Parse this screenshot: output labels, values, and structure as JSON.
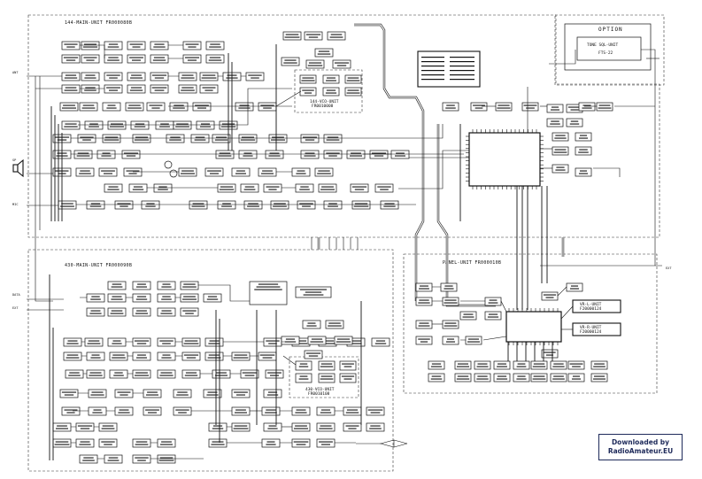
{
  "sections": {
    "main_144": "144-MAIN-UNIT   FR000080B",
    "vco_144": "144-VCO-UNIT",
    "vco_144_code": "FR0010008",
    "main_430": "430-MAIN-UNIT   FR000090B",
    "vco_430": "430-VCO-UNIT",
    "vco_430_code": "FR0010108",
    "panel": "PANEL-UNIT   FR000010B",
    "vr_l": "VR-L-UNIT",
    "vr_l_code": "F20000124",
    "vr_r": "VR-R-UNIT",
    "vr_r_code": "F20000124"
  },
  "option": {
    "title": "OPTION",
    "unit_line1": "TONE SQL-UNIT",
    "unit_line2": "FTS-22"
  },
  "ports": {
    "ant": "ANT",
    "spk": "SP",
    "mic": "MIC",
    "data": "DATA",
    "ext1": "EXT",
    "ext2": "EXT"
  },
  "watermark": {
    "line1": "Downloaded by",
    "line2": "RadioAmateur.EU"
  }
}
